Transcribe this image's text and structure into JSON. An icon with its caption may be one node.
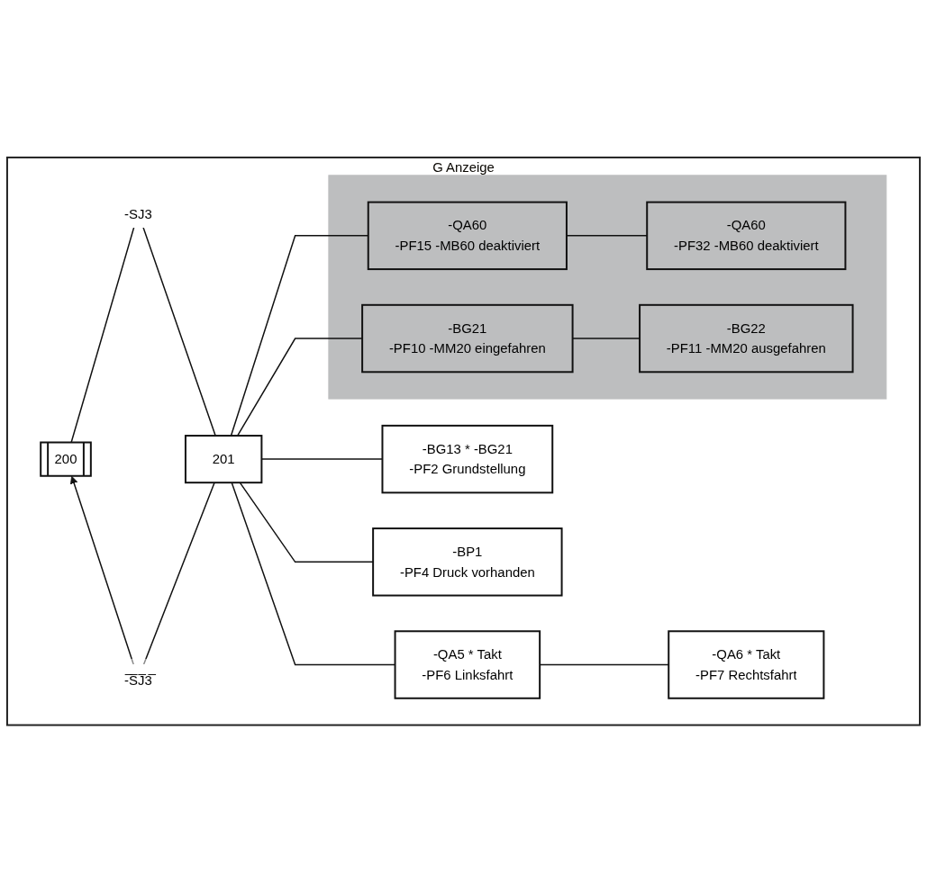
{
  "diagram": {
    "nodes": [
      {
        "text": [
          "G Anzeige"
        ]
      },
      {
        "text": [
          "200"
        ],
        "in": 0
      },
      {
        "text": [
          "201"
        ],
        "in": 0
      },
      {
        "text": [
          "-BG13 * -BG21",
          "-PF2 Grundstellung"
        ],
        "in": 0
      },
      {
        "text": [
          "-BP1",
          "-PF4 Druck vorhanden"
        ],
        "in": 0
      },
      {
        "text": [
          "-QA5 * Takt",
          "-PF6 Linksfahrt"
        ],
        "in": 0
      },
      {
        "text": [
          "-QA6 * Takt",
          "-PF7 Rechtsfahrt"
        ],
        "in": 0
      },
      {
        "text": [],
        "shape": "box",
        "in": 0
      },
      {
        "text": [
          "-QA60",
          "-PF15 -MB60 deaktiviert"
        ],
        "in": 7
      },
      {
        "text": [
          "-QA60",
          "-PF32 -MB60 deaktiviert"
        ],
        "in": 7
      },
      {
        "text": [
          "-BG21",
          "-PF10 -MM20 eingefahren"
        ],
        "in": 7
      },
      {
        "text": [
          "-BG22",
          "-PF11 -MM20 ausgefahren"
        ],
        "in": 7
      }
    ],
    "edges": [
      {
        "from": 1,
        "to": 2,
        "arrow": "none",
        "label": "-SJ3"
      },
      {
        "from": 2,
        "to": 1,
        "arrow": "to",
        "label": "-̅S̅J̅3̅"
      },
      {
        "from": 2,
        "to": 3,
        "arrow": "none"
      },
      {
        "from": 2,
        "to": 4,
        "arrow": "none"
      },
      {
        "from": 2,
        "to": 5,
        "arrow": "none"
      },
      {
        "from": 2,
        "to": 8,
        "arrow": "none"
      },
      {
        "from": 2,
        "to": 10,
        "arrow": "none"
      },
      {
        "from": 5,
        "to": 6,
        "arrow": "none"
      },
      {
        "from": 8,
        "to": 9,
        "arrow": "none"
      },
      {
        "from": 10,
        "to": 11,
        "arrow": "none"
      }
    ]
  }
}
